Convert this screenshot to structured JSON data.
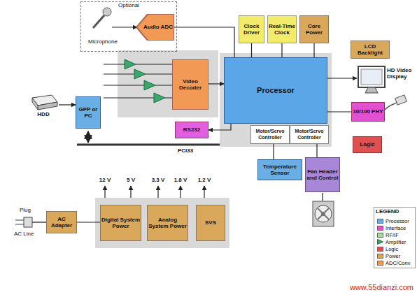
{
  "diagram": {
    "nodes": [
      {
        "text": [
          "Optional"
        ]
      },
      {
        "text": [
          "Audio ADC"
        ],
        "in": 0
      },
      {
        "text": [
          "Clock Driver"
        ]
      },
      {
        "text": [
          "Real-Time Clock"
        ]
      },
      {
        "text": [
          "Core Power"
        ]
      },
      {
        "text": [
          "LCD Backlight"
        ]
      },
      {
        "text": [
          "Video Decoder"
        ]
      },
      {
        "text": [
          "Processor"
        ]
      },
      {
        "text": [
          "GPP or PC"
        ]
      },
      {
        "text": [
          "RS232"
        ]
      },
      {
        "text": [
          "10/100 PHY"
        ]
      },
      {
        "text": [
          "Motor/Servo Controller"
        ]
      },
      {
        "text": [
          "Motor/Servo Controller"
        ]
      },
      {
        "text": [
          "Logic"
        ]
      },
      {
        "text": [
          "Temperature Sensor"
        ]
      },
      {
        "text": [
          "Fan Header and Control"
        ]
      },
      {
        "text": [
          "AC Adapter"
        ]
      },
      {
        "text": [
          "Digital System Power"
        ]
      },
      {
        "text": [
          "Analog System Power"
        ]
      },
      {
        "text": [
          "SVS"
        ]
      }
    ],
    "edges": [
      {
        "from": 1,
        "to": 7,
        "arrow": "none"
      },
      {
        "from": 2,
        "to": 7,
        "arrow": "none"
      },
      {
        "from": 3,
        "to": 7,
        "arrow": "none"
      },
      {
        "from": 4,
        "to": 7,
        "arrow": "none"
      },
      {
        "from": 6,
        "to": 7,
        "arrow": "to"
      },
      {
        "from": 7,
        "to": 10,
        "arrow": "none"
      },
      {
        "from": 7,
        "to": 9,
        "arrow": "to"
      },
      {
        "from": 14,
        "to": 11,
        "arrow": "none"
      },
      {
        "from": 15,
        "to": 12,
        "arrow": "none"
      },
      {
        "from": 16,
        "to": 17,
        "arrow": "none"
      }
    ],
    "labels": [
      "Microphone",
      "HD Video Display",
      "HDD",
      "PCI33",
      "12 V",
      "5 V",
      "3.3 V",
      "1.8 V",
      "1.2 V",
      "Plug",
      "AC Line",
      "LEGEND",
      "www.55dianzi.com"
    ],
    "legend": [
      {
        "text": "Processor",
        "color": "#6aaee6"
      },
      {
        "text": "Interface",
        "color": "#e050d0"
      },
      {
        "text": "RF/IF",
        "color": "#a8d8a0"
      },
      {
        "text": "Amplifier"
      },
      {
        "text": "Logic",
        "color": "#e05050"
      },
      {
        "text": "Power",
        "color": "#d9a85a"
      },
      {
        "text": "ADC/Conv",
        "color": "#f29a55"
      }
    ]
  }
}
